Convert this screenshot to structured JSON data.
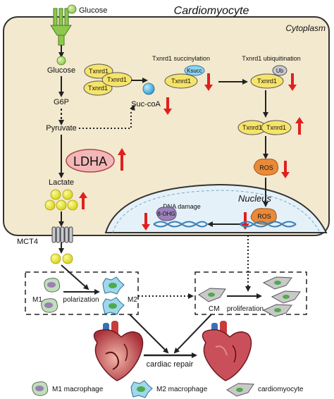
{
  "title": "Cardiomyocyte",
  "compartments": {
    "cytoplasm": "Cytoplasm",
    "nucleus": "Nucleus"
  },
  "metabolites": {
    "glucose_outside": "Glucose",
    "glucose_inside": "Glucose",
    "g6p": "G6P",
    "pyruvate": "Pyruvate",
    "lactate": "Lactate",
    "suc_coa": "Suc-coA",
    "ldha": "LDHA"
  },
  "transporters": {
    "mct4": "MCT4"
  },
  "txnrd1": {
    "label": "Txnrd1",
    "succinylation_title": "Txnrd1 succinylation",
    "ubiquitination_title": "Txnrd1 ubiquitination",
    "ksucc": "Ksucc",
    "ub": "Ub"
  },
  "ros": "ROS",
  "dna": {
    "damage": "DNA damage",
    "marker": "8-OHG"
  },
  "cells": {
    "m1": "M1",
    "m2": "M2",
    "polarization": "polarization",
    "cm": "CM",
    "proliferation": "proliferation",
    "cardiac_repair": "cardiac repair"
  },
  "legend": {
    "m1": "M1 macrophage",
    "m2": "M2 macrophage",
    "cm": "cardiomyocyte"
  },
  "colors": {
    "membrane_fill": "#f3e9cf",
    "membrane_stroke": "#333333",
    "metabolite_yellow": "#e8e21a",
    "glucose_green": "#a4d56a",
    "txnrd1_yellow": "#f6e46a",
    "ksucc_blue": "#8fd3f0",
    "ros_orange": "#e98a3a",
    "dna_damage_purple": "#9a82b8",
    "ldha_pink": "#f3b7b7",
    "up_down_arrow_red": "#e0201e",
    "nucleus_blue": "#e5f1f8"
  }
}
